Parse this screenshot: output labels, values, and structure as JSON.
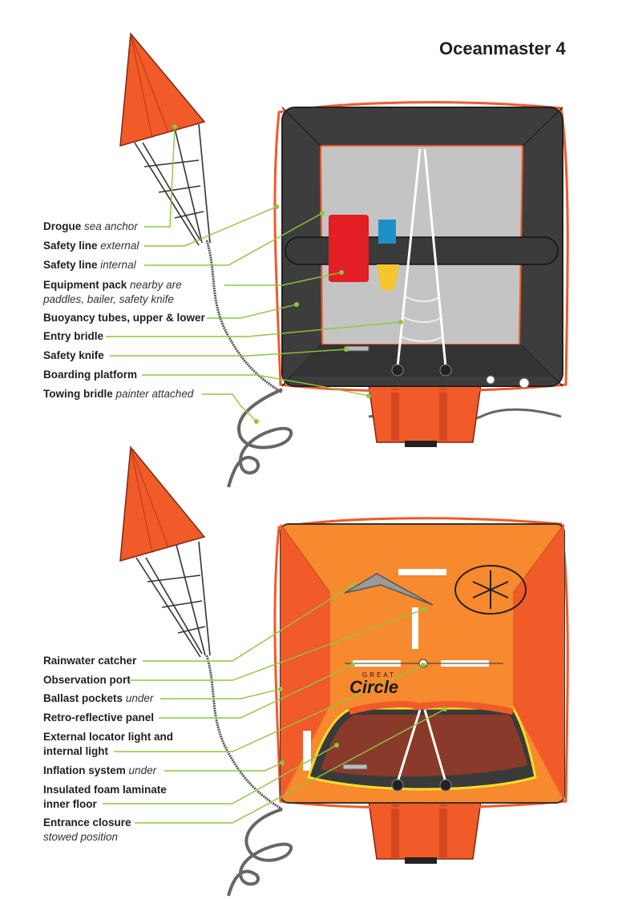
{
  "title": "Oceanmaster 4",
  "top_labels": [
    {
      "name": "Drogue",
      "note": "sea anchor"
    },
    {
      "name": "Safety line",
      "note": "external"
    },
    {
      "name": "Safety line",
      "note": "internal"
    },
    {
      "name": "Equipment pack",
      "note": "nearby are",
      "note2": "paddles, bailer, safety knife"
    },
    {
      "name": "Buoyancy tubes, upper & lower",
      "note": ""
    },
    {
      "name": "Entry bridle",
      "note": ""
    },
    {
      "name": "Safety knife",
      "note": ""
    },
    {
      "name": "Boarding platform",
      "note": ""
    },
    {
      "name": "Towing bridle",
      "note": "painter attached"
    }
  ],
  "bottom_labels": [
    {
      "name": "Rainwater catcher",
      "note": ""
    },
    {
      "name": "Observation port",
      "note": ""
    },
    {
      "name": "Ballast pockets",
      "note": "under"
    },
    {
      "name": "Retro-reflective panel",
      "note": ""
    },
    {
      "name": "External locator light and",
      "name2": "internal light",
      "note": ""
    },
    {
      "name": "Inflation system",
      "note": "under"
    },
    {
      "name": "Insulated foam laminate",
      "name2": "inner floor",
      "note": ""
    },
    {
      "name": "Entrance closure",
      "note": "",
      "note2": "stowed position"
    }
  ],
  "logo": {
    "line1": "GREAT",
    "line2": "Circle"
  },
  "colors": {
    "orange": "#f15a29",
    "light_orange": "#f7892f",
    "dark": "#3a3a3a",
    "line_green": "#8dc63f",
    "silver": "#c8c8c8"
  }
}
